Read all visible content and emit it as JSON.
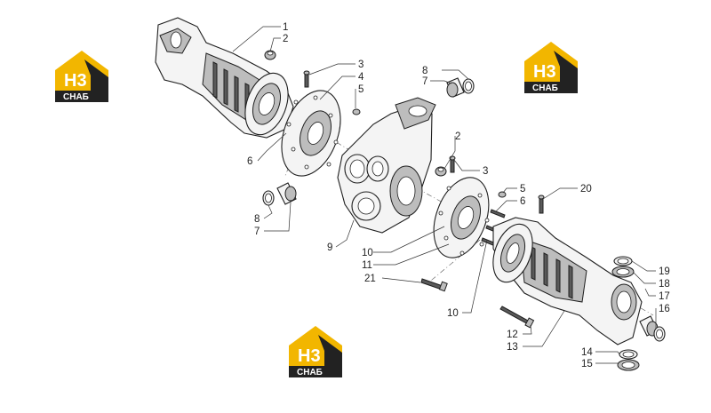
{
  "watermark": {
    "mark": "H3",
    "caption": "СНАБ",
    "colors": {
      "accent": "#f2b600",
      "dark": "#222222",
      "light": "#ffffff"
    }
  },
  "callouts": [
    "1",
    "2",
    "3",
    "4",
    "5",
    "6",
    "7",
    "8",
    "9",
    "10",
    "11",
    "12",
    "13",
    "14",
    "15",
    "16",
    "17",
    "18",
    "19",
    "20",
    "21"
  ]
}
